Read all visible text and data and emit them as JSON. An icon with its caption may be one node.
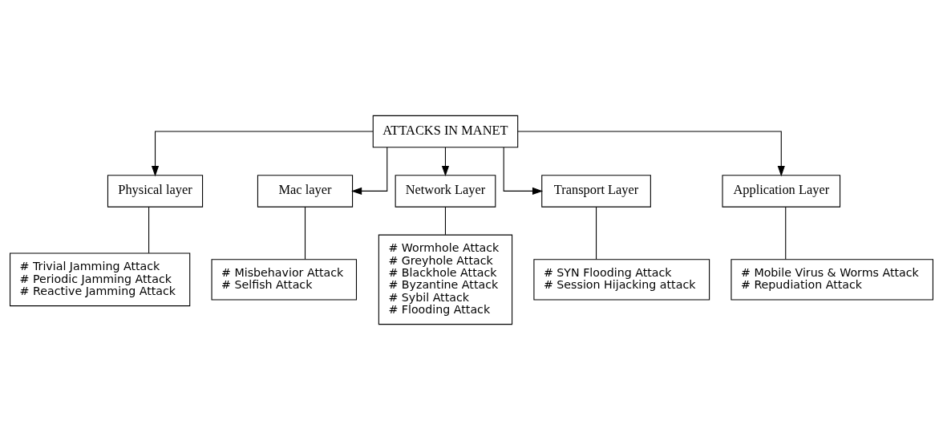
{
  "diagram": {
    "nodes": [
      {
        "text": [
          "ATTACKS IN MANET"
        ]
      },
      {
        "text": [
          "Physical layer"
        ]
      },
      {
        "text": [
          "Mac layer"
        ]
      },
      {
        "text": [
          "Network Layer"
        ]
      },
      {
        "text": [
          "Transport Layer"
        ]
      },
      {
        "text": [
          "Application Layer"
        ]
      },
      {
        "text": [
          "# Trivial Jamming Attack",
          "# Periodic Jamming Attack",
          "# Reactive Jamming Attack"
        ]
      },
      {
        "text": [
          "# Misbehavior Attack",
          "# Selfish Attack"
        ]
      },
      {
        "text": [
          "# Wormhole Attack",
          "# Greyhole Attack",
          "# Blackhole Attack",
          "# Byzantine Attack",
          "# Sybil Attack",
          "# Flooding Attack"
        ]
      },
      {
        "text": [
          "# SYN Flooding Attack",
          "# Session Hijacking attack"
        ]
      },
      {
        "text": [
          "# Mobile Virus & Worms Attack",
          "# Repudiation Attack"
        ]
      }
    ],
    "edges": [
      {
        "from": 0,
        "to": 1,
        "arrow": "to"
      },
      {
        "from": 0,
        "to": 2,
        "arrow": "to"
      },
      {
        "from": 0,
        "to": 3,
        "arrow": "to"
      },
      {
        "from": 0,
        "to": 4,
        "arrow": "to"
      },
      {
        "from": 0,
        "to": 5,
        "arrow": "to"
      },
      {
        "from": 1,
        "to": 6,
        "arrow": "none"
      },
      {
        "from": 2,
        "to": 7,
        "arrow": "none"
      },
      {
        "from": 3,
        "to": 8,
        "arrow": "none"
      },
      {
        "from": 4,
        "to": 9,
        "arrow": "none"
      },
      {
        "from": 5,
        "to": 10,
        "arrow": "none"
      }
    ]
  }
}
